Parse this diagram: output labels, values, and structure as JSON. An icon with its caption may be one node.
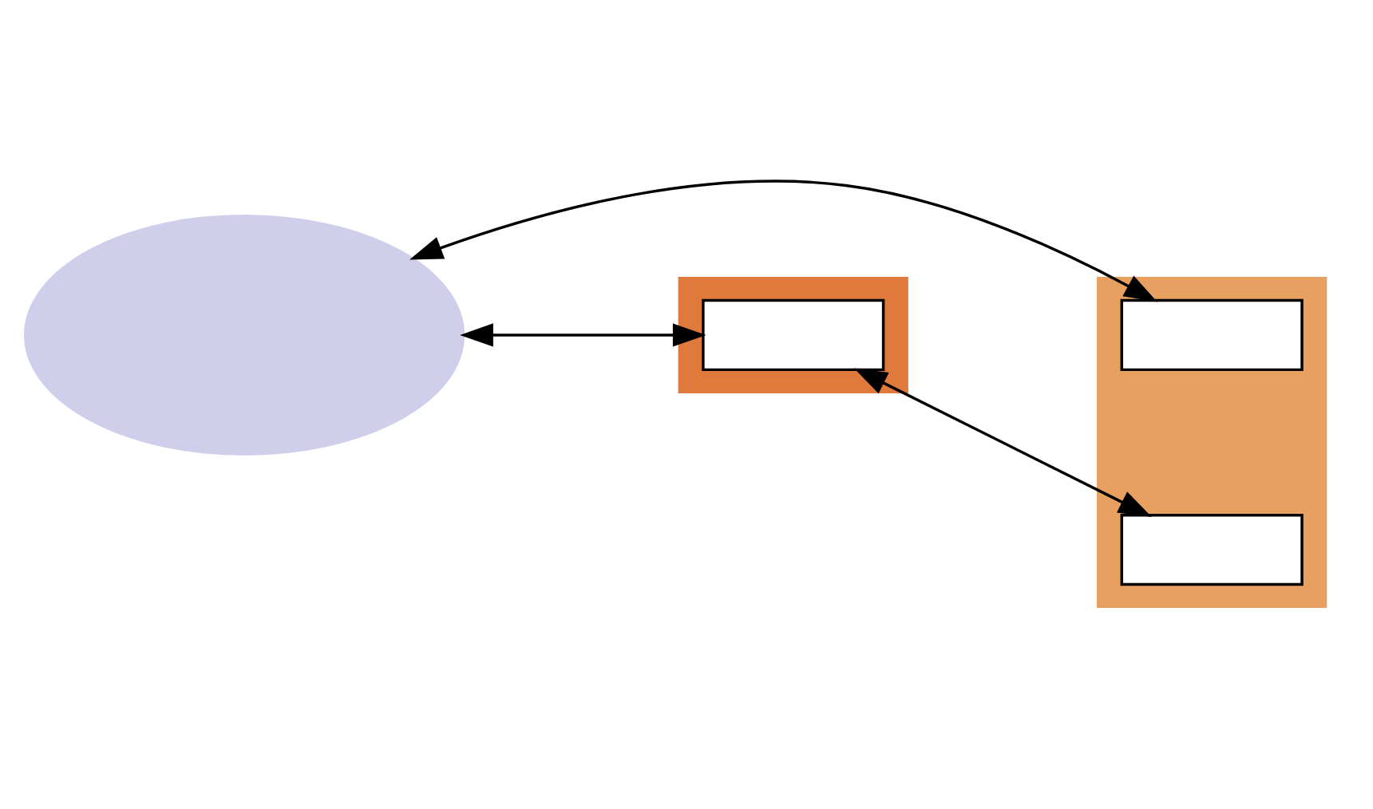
{
  "diagram": {
    "nodes": [
      {
        "text": [],
        "shape": "cloud"
      },
      {
        "text": [],
        "shape": "picture"
      },
      {
        "text": [],
        "shape": "box",
        "in": 1
      },
      {
        "text": [],
        "shape": "picture"
      },
      {
        "text": [],
        "shape": "box",
        "in": 3
      },
      {
        "text": [],
        "shape": "box",
        "in": 3
      }
    ],
    "edges": [
      {
        "from": 4,
        "to": 0,
        "arrow": "both"
      },
      {
        "from": 0,
        "to": 2,
        "arrow": "both"
      },
      {
        "from": 2,
        "to": 5,
        "arrow": "both"
      }
    ]
  }
}
